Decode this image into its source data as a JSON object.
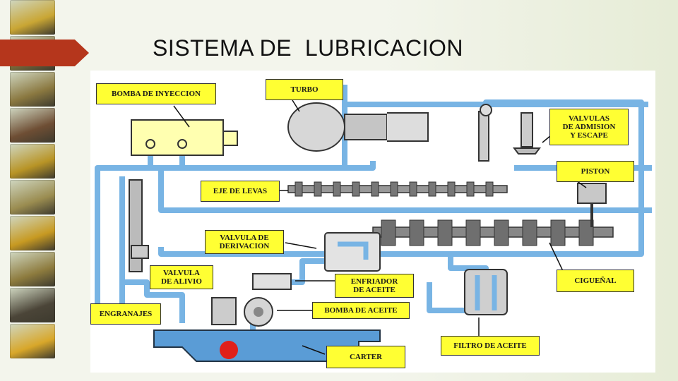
{
  "slide": {
    "title": "SISTEMA DE  LUBRICACION",
    "accent_color": "#b5361c"
  },
  "thumbnails": [
    {
      "icon": "motor-grader-icon",
      "color": "#c9a634"
    },
    {
      "icon": "excavator-icon",
      "color": "#7a6a3a"
    },
    {
      "icon": "excavator-icon",
      "color": "#8a7840"
    },
    {
      "icon": "gear-icon",
      "color": "#6e4e34"
    },
    {
      "icon": "engine-icon",
      "color": "#b89426"
    },
    {
      "icon": "excavator-icon",
      "color": "#9a8c50"
    },
    {
      "icon": "bulldozer-icon",
      "color": "#c79a22"
    },
    {
      "icon": "wheel-loader-icon",
      "color": "#8d7b3e"
    },
    {
      "icon": "drill-rig-icon",
      "color": "#4b4538"
    },
    {
      "icon": "dump-truck-icon",
      "color": "#d8a72a"
    }
  ],
  "diagram": {
    "oil_line_color": "#78b4e4",
    "label_color": "#ffff33",
    "labels": {
      "bomba_inyeccion": "BOMBA DE INYECCION",
      "turbo": "TURBO",
      "valvulas": "VALVULAS\nDE ADMISION\nY ESCAPE",
      "piston": "PISTON",
      "eje_levas": "EJE DE LEVAS",
      "valvula_derivacion": "VALVULA DE\nDERIVACION",
      "valvula_alivio": "VALVULA\nDE ALIVIO",
      "enfriador": "ENFRIADOR\nDE ACEITE",
      "ciguenal": "CIGUEÑAL",
      "engranajes": "ENGRANAJES",
      "bomba_aceite": "BOMBA DE ACEITE",
      "filtro": "FILTRO DE ACEITE",
      "carter": "CARTER"
    }
  }
}
